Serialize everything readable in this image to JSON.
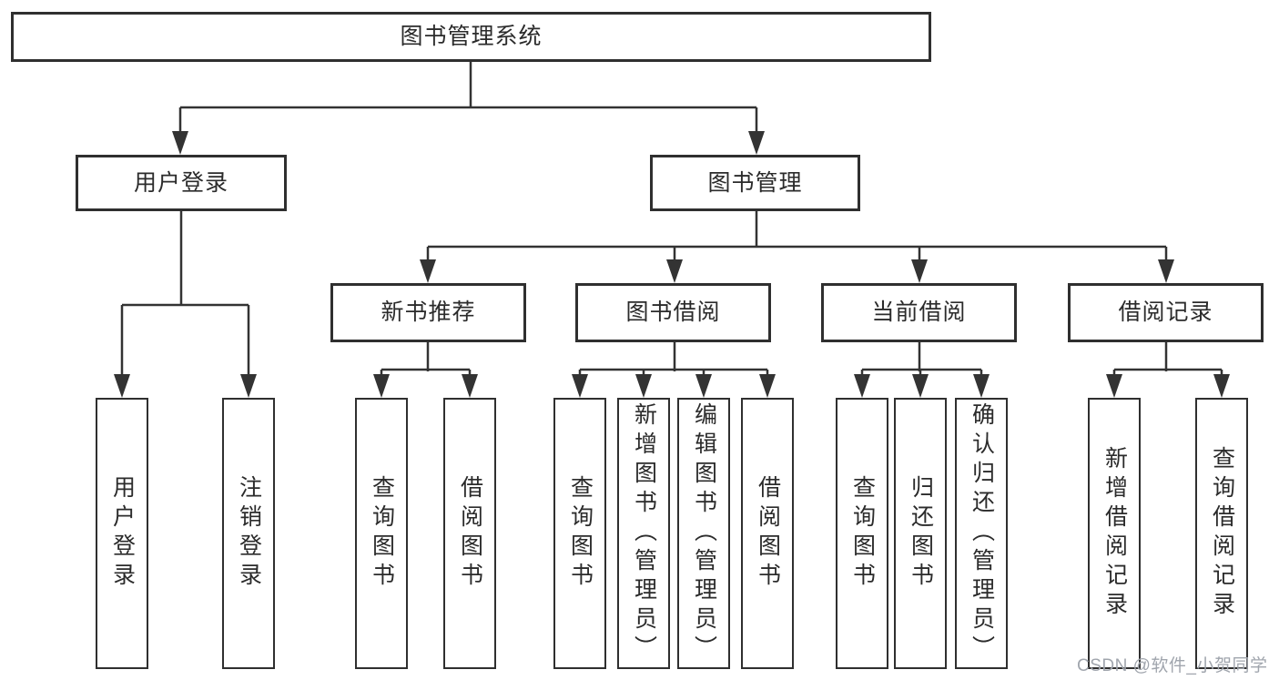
{
  "diagram": {
    "root": "图书管理系统",
    "level2": [
      "用户登录",
      "图书管理"
    ],
    "level3": [
      "新书推荐",
      "图书借阅",
      "当前借阅",
      "借阅记录"
    ],
    "leaves": {
      "user_login": [
        "用户登录",
        "注销登录"
      ],
      "new_book": [
        "查询图书",
        "借阅图书"
      ],
      "book_borrow": [
        "查询图书",
        "新增图书（管理员）",
        "编辑图书（管理员）",
        "借阅图书"
      ],
      "current_borrow": [
        "查询图书",
        "归还图书",
        "确认归还（管理员）"
      ],
      "borrow_record": [
        "新增借阅记录",
        "查询借阅记录"
      ]
    }
  },
  "watermark": "CSDN @软件_小贺同学",
  "colors": {
    "line": "#333333",
    "box_border": "#2f2f2f",
    "box_fill": "#ffffff",
    "text": "#2b2b2b",
    "watermark": "#a0a5ad",
    "background": "#ffffff"
  }
}
